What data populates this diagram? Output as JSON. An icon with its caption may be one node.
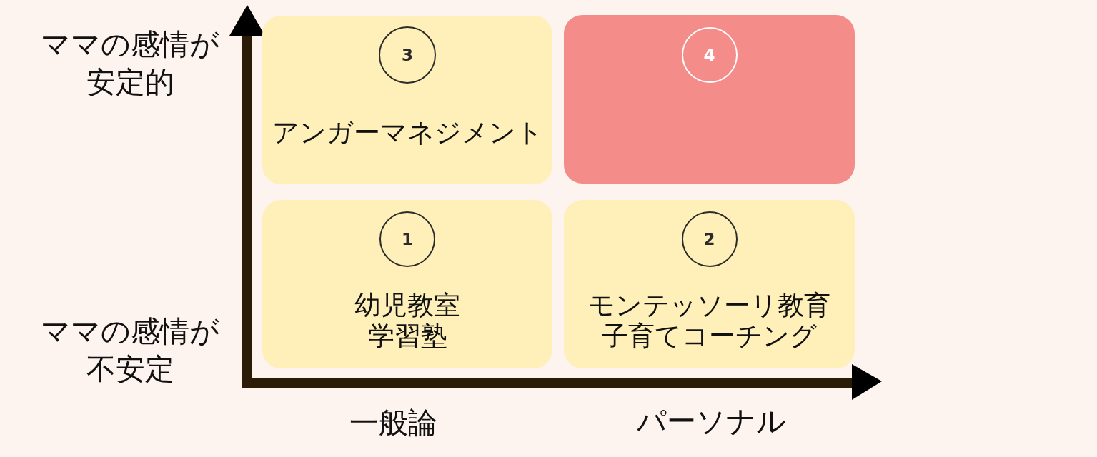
{
  "diagram": {
    "nodes": [
      {
        "text": [
          "アンガーマネジメント"
        ]
      },
      {
        "text": [
          "3"
        ],
        "in": 0
      },
      {
        "text": [],
        "shape": "box"
      },
      {
        "text": [
          "4"
        ],
        "in": 2
      },
      {
        "text": [
          "幼児教室",
          "学習塾"
        ]
      },
      {
        "text": [
          "1"
        ],
        "in": 4
      },
      {
        "text": [
          "モンテッソーリ教育",
          "子育てコーチング"
        ]
      },
      {
        "text": [
          "2"
        ],
        "in": 6
      }
    ],
    "edges": [],
    "labels": [
      "ママの感情が安定的",
      "ママの感情が不安定",
      "一般論",
      "パーソナル"
    ]
  }
}
